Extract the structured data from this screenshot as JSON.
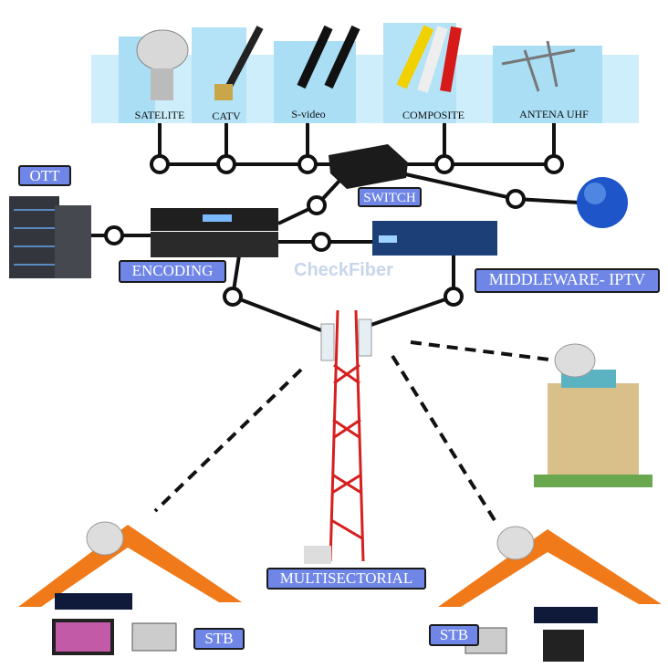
{
  "sources": [
    "SATELITE",
    "CATV",
    "S-video",
    "COMPOSITE",
    "ANTENA UHF"
  ],
  "labels": {
    "ott": "OTT",
    "switch": "SWITCH",
    "encoding": "ENCODING",
    "middleware": "MIDDLEWARE- IPTV",
    "multisectorial": "MULTISECTORIAL",
    "stb_left": "STB",
    "stb_right": "STB"
  },
  "watermark": "CheckFiber",
  "colors": {
    "label_fill": "#6f86e6",
    "banner": "#bfe6f7",
    "line": "#111111"
  }
}
